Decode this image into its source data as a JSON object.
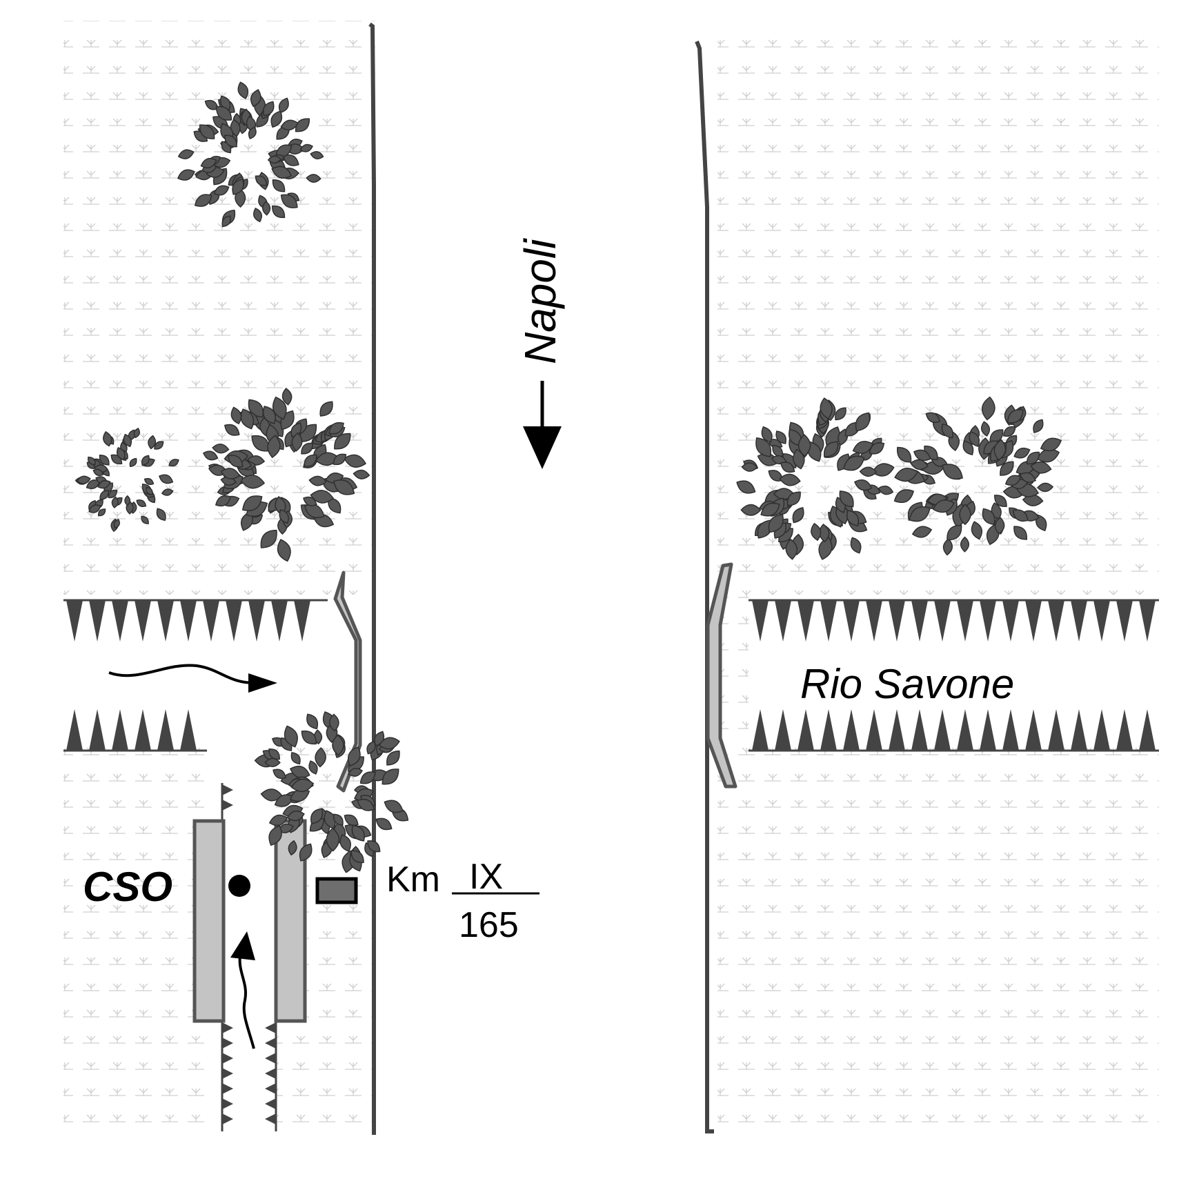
{
  "labels": {
    "direction": "Napoli",
    "stream": "Rio Savone",
    "site": "CSO",
    "km_prefix": "Km",
    "km_roman": "IX",
    "km_number": "165"
  },
  "colors": {
    "vegetation": "#575757",
    "vegetation_stroke": "#2f2f2f",
    "road_edge": "#444444",
    "parapet_fill": "#c4c4c4",
    "meadow_symbol": "#d0d0d0",
    "ink": "#000000"
  },
  "icons": {
    "tree": "tree-crown-icon",
    "bank": "bank-hachure-icon",
    "flow": "flow-arrow-icon",
    "north": "direction-arrow-icon",
    "well": "point-marker-icon",
    "milestone": "milestone-icon"
  }
}
